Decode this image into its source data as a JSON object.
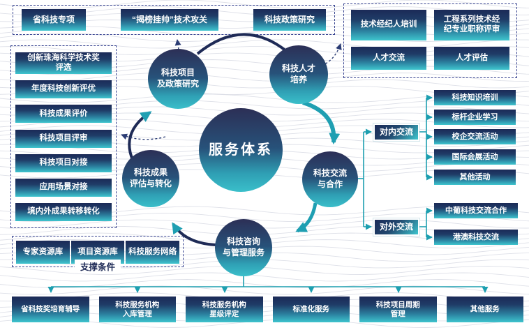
{
  "colors": {
    "box_navy": "#1b2a57",
    "box_teal": "#3ec5ce",
    "connector_teal": "#1d9fb0",
    "arc_navy": "#1e2a56",
    "dashed_border": "#35418f",
    "support_text": "#1e2a56",
    "wave_line": "#d8dae4"
  },
  "center": {
    "label": "服务体系"
  },
  "satellites": {
    "project": "科技项目\n及政策研究",
    "talent": "科技人才\n培养",
    "exchange": "科技交流\n与合作",
    "consulting": "科技咨询\n与管理服务",
    "achievements": "科技成果\n评估与转化"
  },
  "top_group": {
    "items": [
      "省科技专项",
      "“揭榜挂帅”技术攻关",
      "科技政策研究"
    ]
  },
  "left_group": {
    "items": [
      "创新珠海科学技术奖\n评选",
      "年度科技创新评优",
      "科技成果评价",
      "科技项目评审",
      "科技项目对接",
      "应用场景对接",
      "境内外成果转移转化"
    ]
  },
  "talent_group": {
    "items": [
      "技术经纪人培训",
      "工程系列技术经\n纪专业职称评审",
      "人才交流",
      "人才评估"
    ]
  },
  "internal_exchange": {
    "label": "对内交流",
    "items": [
      "科技知识培训",
      "标杆企业学习",
      "校企交流活动",
      "国际会展活动",
      "其他活动"
    ]
  },
  "external_exchange": {
    "label": "对外交流",
    "items": [
      "中葡科技交流合作",
      "港澳科技交流"
    ]
  },
  "support_group": {
    "label": "支撑条件",
    "items": [
      "专家资源库",
      "项目资源库",
      "科技服务网络"
    ]
  },
  "bottom_row": {
    "items": [
      "省科技奖培育辅导",
      "科技服务机构\n入库管理",
      "科技服务机构\n星级评定",
      "标准化服务",
      "科技项目周期\n管理",
      "其他服务"
    ]
  }
}
